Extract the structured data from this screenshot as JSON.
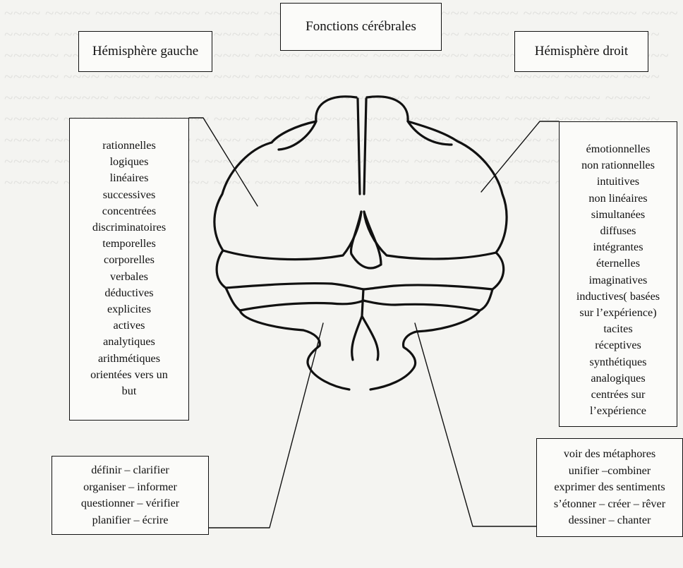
{
  "title": "Fonctions cérébrales",
  "left_hemisphere": {
    "label": "Hémisphère gauche",
    "functions": [
      "rationnelles",
      "logiques",
      "linéaires",
      "successives",
      "concentrées",
      "discriminatoires",
      "temporelles",
      "corporelles",
      "verbales",
      "déductives",
      "explicites",
      "actives",
      "analytiques",
      "arithmétiques",
      "orientées vers un",
      "but"
    ],
    "activities": [
      "définir – clarifier",
      "organiser – informer",
      "questionner – vérifier",
      "planifier – écrire"
    ]
  },
  "right_hemisphere": {
    "label": "Hémisphère droit",
    "functions": [
      "émotionnelles",
      "non rationnelles",
      "intuitives",
      "non linéaires",
      "simultanées",
      "diffuses",
      "intégrantes",
      "éternelles",
      "imaginatives",
      "inductives( basées",
      "sur l’expérience)",
      "tacites",
      "réceptives",
      "synthétiques",
      "analogiques",
      "centrées sur",
      "l’expérience"
    ],
    "activities": [
      "voir des métaphores",
      "unifier –combiner",
      "exprimer des sentiments",
      "s’étonner – créer – rêver",
      "dessiner – chanter"
    ]
  }
}
